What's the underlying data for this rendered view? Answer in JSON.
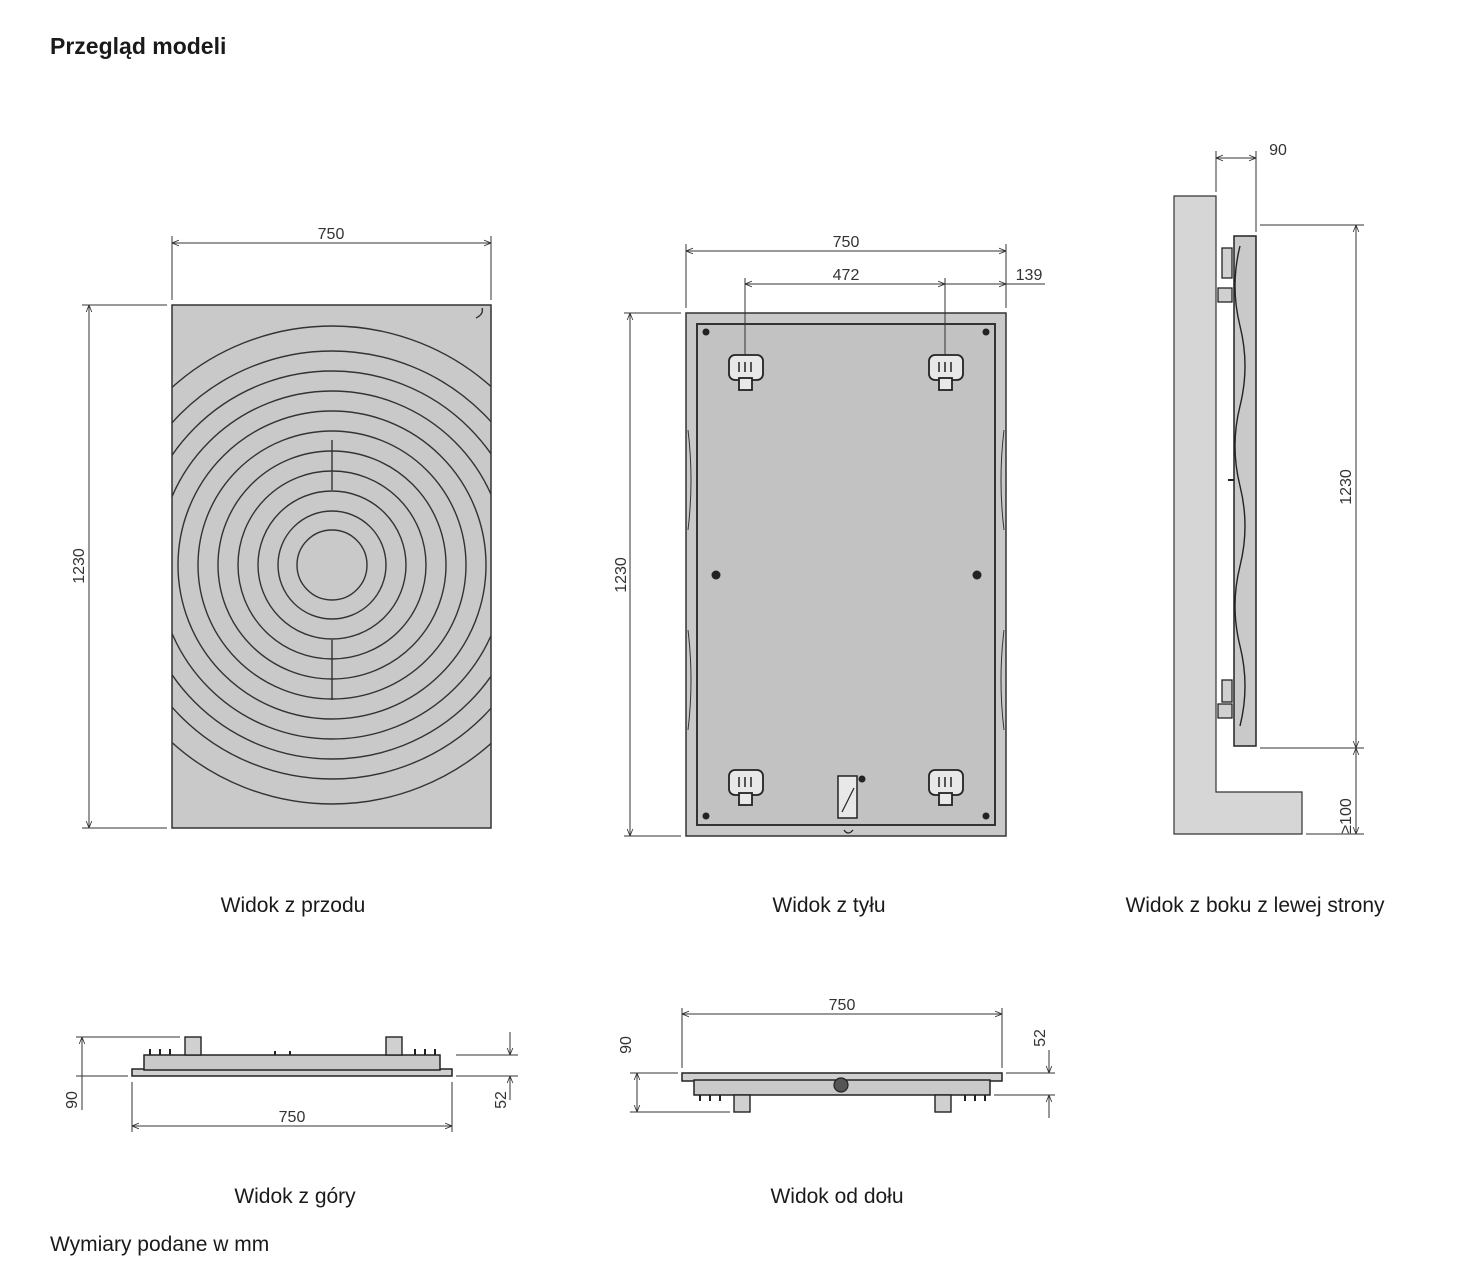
{
  "title": "Przegląd modeli",
  "views": {
    "front": {
      "caption": "Widok z przodu",
      "width": "750",
      "height": "1230"
    },
    "back": {
      "caption": "Widok z tyłu",
      "width": "750",
      "holes_spacing": "472",
      "holes_offset": "139",
      "height": "1230"
    },
    "side": {
      "caption": "Widok z boku z lewej strony",
      "depth": "90",
      "height": "1230",
      "floor_gap": "≥100"
    },
    "top": {
      "caption": "Widok z góry",
      "depth_total": "90",
      "width": "750",
      "depth_body": "52"
    },
    "bottom": {
      "caption": "Widok od dołu",
      "width": "750",
      "depth_total": "90",
      "depth_body": "52"
    }
  },
  "note": "Wymiary podane w mm",
  "colors": {
    "panel": "#c9c9c9",
    "wall": "#d6d6d6",
    "line": "#333333"
  }
}
